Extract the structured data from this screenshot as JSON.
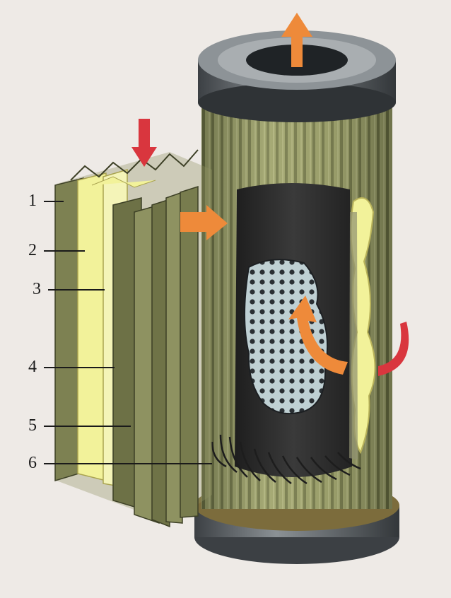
{
  "figure": {
    "callouts": [
      {
        "id": "1",
        "text": "1"
      },
      {
        "id": "2",
        "text": "2"
      },
      {
        "id": "3",
        "text": "3"
      },
      {
        "id": "4",
        "text": "4"
      },
      {
        "id": "5",
        "text": "5"
      },
      {
        "id": "6",
        "text": "6"
      }
    ],
    "colors": {
      "background": "#eeeae6",
      "pleat_olive": "#8e9261",
      "pleat_dark": "#4f5335",
      "filter_paper_yellow": "#f2f29a",
      "core_dark": "#2b2b2b",
      "perforated_tube": "#b9c9cc",
      "end_cap": "#5f6467",
      "inflow_arrow_red": "#d9363e",
      "outflow_arrow_orange": "#ee8a3a"
    },
    "icons": [
      "inflow-arrow",
      "outflow-arrow",
      "flow-through-arrow",
      "radial-flow-arrow"
    ]
  }
}
